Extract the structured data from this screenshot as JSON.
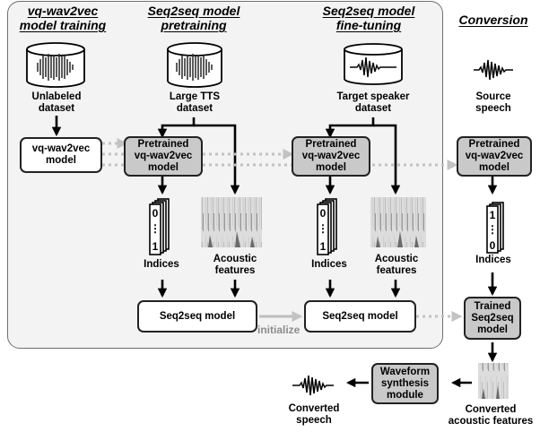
{
  "headers": {
    "vq_training": [
      "vq-wav2vec",
      "model training"
    ],
    "pretraining": [
      "Seq2seq model",
      "pretraining"
    ],
    "finetuning": [
      "Seq2seq model",
      "fine-tuning"
    ],
    "conversion": [
      "Conversion"
    ]
  },
  "labels": {
    "unlabeled_dataset": [
      "Unlabeled",
      "dataset"
    ],
    "large_tts": [
      "Large TTS",
      "dataset"
    ],
    "target_speaker": [
      "Target speaker",
      "dataset"
    ],
    "source_speech": [
      "Source",
      "speech"
    ],
    "indices": "Indices",
    "acoustic_features": [
      "Acoustic",
      "features"
    ],
    "converted_speech": [
      "Converted",
      "speech"
    ],
    "converted_acoustic": [
      "Converted",
      "acoustic features"
    ],
    "initialize": "initialize"
  },
  "boxes": {
    "vq_model": [
      "vq-wav2vec",
      "model"
    ],
    "pretrained_vq": [
      "Pretrained",
      "vq-wav2vec",
      "model"
    ],
    "seq2seq": "Seq2seq model",
    "trained_seq2seq": [
      "Trained",
      "Seq2seq",
      "model"
    ],
    "waveform_synthesis": [
      "Waveform",
      "synthesis",
      "module"
    ]
  },
  "index_cards": {
    "pretrain": [
      "0",
      "⋮",
      "1"
    ],
    "finetune": [
      "0",
      "⋮",
      "1"
    ],
    "conversion": [
      "1",
      "⋮",
      "0"
    ]
  }
}
